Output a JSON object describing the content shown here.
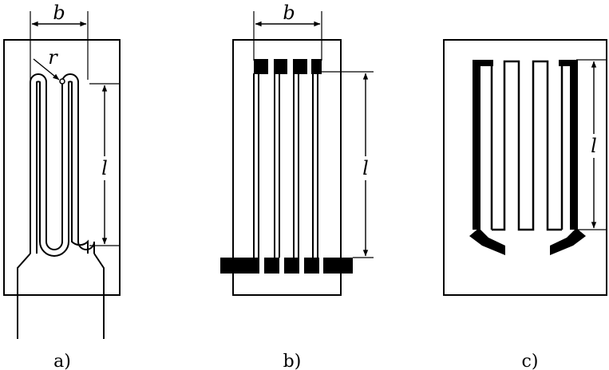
{
  "panels": [
    {
      "caption": "a)",
      "width_symbol": "b",
      "length_symbol": "l",
      "radius_symbol": "r"
    },
    {
      "caption": "b)",
      "width_symbol": "b",
      "length_symbol": "l"
    },
    {
      "caption": "c)",
      "length_symbol": "l"
    }
  ]
}
